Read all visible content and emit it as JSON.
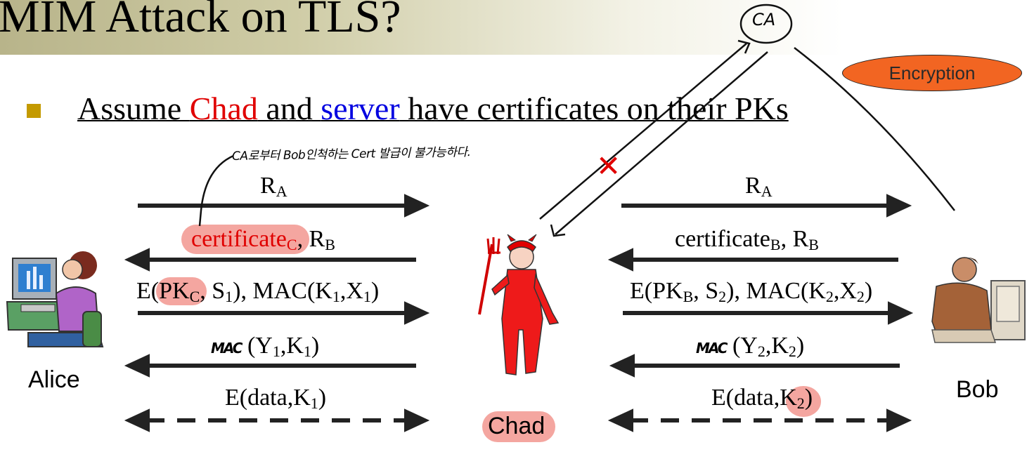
{
  "slide": {
    "title": "MIM Attack on TLS?",
    "bullet": {
      "part1": "Assume ",
      "chad": "Chad",
      "part2": " and ",
      "server": "server",
      "part3": " have certificates on their PKs"
    },
    "annotation": "CA로부터 Bob인척하는 Cert 발급이 불가능하다.",
    "ca_label": "CA",
    "cross_mark": "✕",
    "encryption_label": "Encryption"
  },
  "actors": {
    "alice": "Alice",
    "chad": "Chad",
    "bob": "Bob"
  },
  "left_messages": {
    "m1": {
      "main": "R",
      "sub": "A"
    },
    "m2": {
      "cert": "certificate",
      "cert_sub": "C",
      "sep": ", R",
      "sub": "B"
    },
    "m3": {
      "p1": "E(",
      "pk": "PK",
      "pk_sub": "C",
      "p2": ", S",
      "s_sub": "1",
      "p3": "), MAC(K",
      "k_sub": "1",
      "p4": ",X",
      "x_sub": "1",
      "p5": ")"
    },
    "m4": {
      "mac": "MAC",
      "p1": " (Y",
      "y_sub": "1",
      "p2": ",K",
      "k_sub": "1",
      "p3": ")"
    },
    "m5": {
      "p1": "E(data,K",
      "k_sub": "1",
      "p2": ")"
    }
  },
  "right_messages": {
    "m1": {
      "main": "R",
      "sub": "A"
    },
    "m2": {
      "cert": "certificate",
      "cert_sub": "B",
      "sep": ", R",
      "sub": "B"
    },
    "m3": {
      "p1": "E(PK",
      "pk_sub": "B",
      "p2": ", S",
      "s_sub": "2",
      "p3": "), MAC(K",
      "k_sub": "2",
      "p4": ",X",
      "x_sub": "2",
      "p5": ")"
    },
    "m4": {
      "mac": "MAC",
      "p1": " (Y",
      "y_sub": "2",
      "p2": ",K",
      "k_sub": "2",
      "p3": ")"
    },
    "m5": {
      "p1": "E(data,",
      "k": "K",
      "k_sub": "2",
      "p2": ")"
    }
  },
  "colors": {
    "highlight": "#f4a6a0",
    "encryption": "#f26522",
    "chad_red": "#e00000",
    "server_blue": "#0000e0",
    "bullet": "#c49a00"
  },
  "icons": [
    "alice-computer-icon",
    "chad-devil-icon",
    "bob-computer-icon"
  ]
}
